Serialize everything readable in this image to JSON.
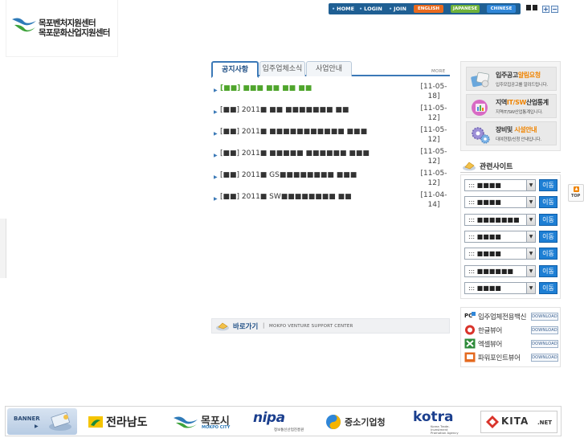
{
  "logo": {
    "line1": "목포벤처지원센터",
    "line2": "목포문화산업지원센터"
  },
  "topnav": {
    "home": "HOME",
    "login": "LOGIN",
    "join": "JOIN",
    "lang_english": "ENGLISH",
    "lang_japanese": "JAPANESE",
    "lang_chinese": "CHINESE",
    "font_plus": "+",
    "font_minus": "−"
  },
  "tabs": [
    {
      "label": "공지사항",
      "active": true
    },
    {
      "label": "입주업체소식",
      "active": false
    },
    {
      "label": "사업안내",
      "active": false
    }
  ],
  "more_label": "MORE",
  "notices": [
    {
      "title": "[■■] ■■■ ■■ ■■ ■■",
      "date": "[11-05-18]",
      "highlight": true
    },
    {
      "title": "[■■] 2011■ ■■ ■■■■■■■ ■■",
      "date": "[11-05-12]",
      "highlight": false
    },
    {
      "title": "[■■] 2011■ ■■■■■■■■■■■ ■■■",
      "date": "[11-05-12]",
      "highlight": false
    },
    {
      "title": "[■■] 2011■ ■■■■■ ■■■■■■ ■■■",
      "date": "[11-05-12]",
      "highlight": false
    },
    {
      "title": "[■■] 2011■ GS■■■■■■■■ ■■■",
      "date": "[11-05-12]",
      "highlight": false
    },
    {
      "title": "[■■] 2011■ SW■■■■■■■■ ■■",
      "date": "[11-04-14]",
      "highlight": false
    }
  ],
  "shortcut": {
    "title": "바로가기",
    "sep": "|",
    "subtitle": "MOKPO VENTURE SUPPORT CENTER"
  },
  "right_banners": [
    {
      "head_a": "입주공고",
      "head_b": "알림요청",
      "sub": "입주모집공고를 알려드립니다."
    },
    {
      "head_a": "지역",
      "head_b": "IT/SW",
      "head_c": "산업통계",
      "sub": "지역IT/SW산업통계입니다."
    },
    {
      "head_a": "장비",
      "head_b": "및 ",
      "head_c": "시설안내",
      "sub": "대여현황/신청 안내입니다."
    }
  ],
  "related": {
    "title": "관련사이트",
    "selects": [
      {
        "value": "::: ■■■■"
      },
      {
        "value": "::: ■■■■"
      },
      {
        "value": "::: ■■■■■■■"
      },
      {
        "value": "::: ■■■■"
      },
      {
        "value": "::: ■■■■"
      },
      {
        "value": "::: ■■■■■■"
      },
      {
        "value": "::: ■■■■"
      }
    ],
    "go_label": "이동"
  },
  "downloads": {
    "items": [
      {
        "name": "입주업체전용백신",
        "icon": "pc-icon"
      },
      {
        "name": "한글뷰어",
        "icon": "hwp-icon"
      },
      {
        "name": "엑셀뷰어",
        "icon": "excel-icon"
      },
      {
        "name": "파워포인트뷰어",
        "icon": "ppt-icon"
      }
    ],
    "button_label": "DOWNLOAD"
  },
  "top_button": "TOP",
  "footer": {
    "banner_label": "BANNER",
    "partners": [
      {
        "name": "전라남도"
      },
      {
        "name": "목포시",
        "sub": "MOKPO CITY"
      },
      {
        "name": "nipa",
        "sub": "정보통신산업진흥원"
      },
      {
        "name": "중소기업청"
      },
      {
        "name": "kotra",
        "sub": "Korea Trade-Investment Promotion Agency"
      },
      {
        "name": "KITA",
        "suffix": ".NET"
      }
    ]
  },
  "colors": {
    "accent_blue": "#3b79b7",
    "nav_blue": "#1f5f93",
    "highlight_green": "#4fa52c",
    "english": "#e96a1e",
    "japanese": "#6fb23a",
    "chinese": "#2f86d8"
  }
}
